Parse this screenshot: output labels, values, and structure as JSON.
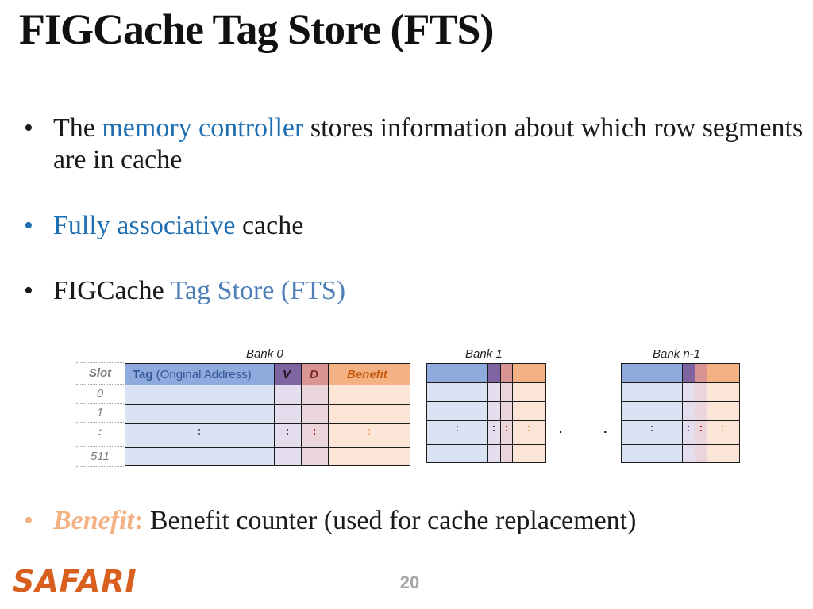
{
  "title": "FIGCache Tag Store (FTS)",
  "bullets": {
    "b1_pre": "The ",
    "b1_hl": "memory controller",
    "b1_post": " stores information about which row segments are in cache",
    "b2_hl": "Fully associative",
    "b2_post": " cache",
    "b3_pre": "FIGCache ",
    "b3_hl": "Tag Store (FTS)",
    "b4_hl": "Benefit",
    "b4_colon": ":",
    "b4_post": " Benefit counter (used for cache replacement)",
    "marker": "•"
  },
  "diagram": {
    "bank0_label": "Bank 0",
    "bank1_label": "Bank 1",
    "bankn_label": "Bank n-1",
    "slot_header": "Slot",
    "tag_header_bold": "Tag",
    "tag_header_rest": " (Original Address)",
    "v_header": "V",
    "d_header": "D",
    "benefit_header": "Benefit",
    "slot_labels": [
      "0",
      "1",
      ":",
      "511"
    ],
    "vdots": ":",
    "hdots": ". . ."
  },
  "colors": {
    "tag": "#dae3f3",
    "tag_header": "#8faadc",
    "v": "#e3dded",
    "v_header": "#8064a2",
    "d": "#ead5da",
    "d_header": "#d99594",
    "benefit": "#fbe5d6",
    "benefit_header": "#f4b183",
    "highlight_blue": "#1f6fb2",
    "logo": "#d95f1e"
  },
  "footer": {
    "logo": "SAFARI",
    "page_number": "20"
  }
}
